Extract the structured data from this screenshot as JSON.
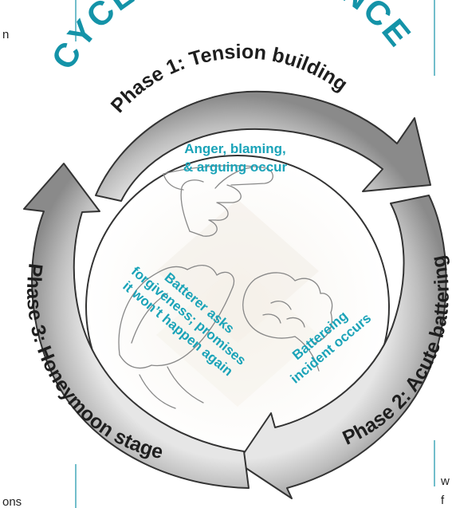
{
  "title": "CYCLE OF VIOLENCE",
  "phases": {
    "phase1": "Phase 1: Tension building",
    "phase2": "Phase 2: Acute battering",
    "phase3": "Phase 3: Honeymoon stage"
  },
  "descriptions": {
    "anger_line1": "Anger, blaming,",
    "anger_line2": "& arguing occur",
    "incident_line1": "Battereing",
    "incident_line2": "incident occurs",
    "honeymoon_line1": "Batterer asks",
    "honeymoon_line2": "forgiveness; promises",
    "honeymoon_line3": "it won’t happen again"
  },
  "edge_fragments": {
    "top_left": "n",
    "bottom_left": "ons",
    "bottom_right_1": "w",
    "bottom_right_2": "f"
  },
  "colors": {
    "accent": "#1493a8",
    "description_text": "#1aa3b8",
    "ring_fill": "#bdbdbd",
    "ring_stroke": "#333333"
  },
  "icons": {
    "pointing_hand": "pointing-hand-icon",
    "fist": "fist-icon",
    "open_hands": "pleading-hands-icon"
  }
}
